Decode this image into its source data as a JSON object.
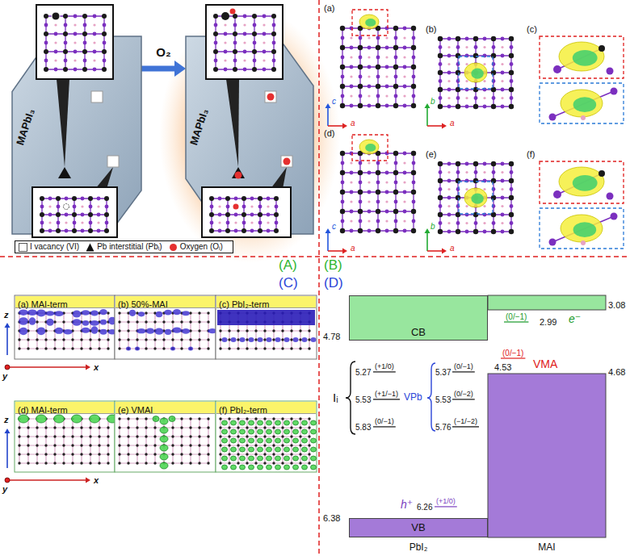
{
  "diagram": {
    "nodes": [
      {
        "text": [
          "MAPbI₃"
        ]
      },
      {
        "text": [
          "MAPbI₃"
        ]
      },
      {
        "text": [
          "(a) MAI-term"
        ]
      },
      {
        "text": [
          "(b) 50%-MAI"
        ]
      },
      {
        "text": [
          "(c) PbI₂-term"
        ]
      },
      {
        "text": [
          "(d) MAI-term"
        ]
      },
      {
        "text": [
          "(e) VMAI"
        ]
      },
      {
        "text": [
          "(f) PbI₂-term"
        ]
      },
      {
        "text": [
          "CB"
        ]
      },
      {
        "text": [
          "VB"
        ]
      }
    ],
    "edges": [
      {
        "from": 0,
        "to": 1,
        "arrow": "to",
        "label": "O₂"
      }
    ],
    "labels": [
      "(A)",
      "(B)",
      "(C)",
      "(D)",
      "(a)",
      "(b)",
      "(c)",
      "(d)",
      "(e)",
      "(f)",
      "c",
      "a",
      "b",
      "a",
      "c",
      "a",
      "b",
      "a",
      "z",
      "x",
      "y",
      "z",
      "x",
      "y",
      "3.08",
      "(0/−1)",
      "2.99",
      "e⁻",
      "(0/−1)",
      "4.53",
      "VMA",
      "4.68",
      "4.78",
      "Iᵢ",
      "5.27",
      "(+1/0)",
      "5.53",
      "(+1/−1)",
      "5.83",
      "(0/−1)",
      "VPb",
      "5.37",
      "(0/−1)",
      "5.53",
      "(0/−2)",
      "5.76",
      "(−1/−2)",
      "h⁺",
      "6.26",
      "(+1/0)",
      "6.38",
      "PbI₂",
      "MAI"
    ],
    "legend": [
      {
        "text": "I vacancy (VI)"
      },
      {
        "text": "Pb interstitial (Pbᵢ)"
      },
      {
        "text": "Oxygen (Oᵢ)"
      }
    ]
  }
}
